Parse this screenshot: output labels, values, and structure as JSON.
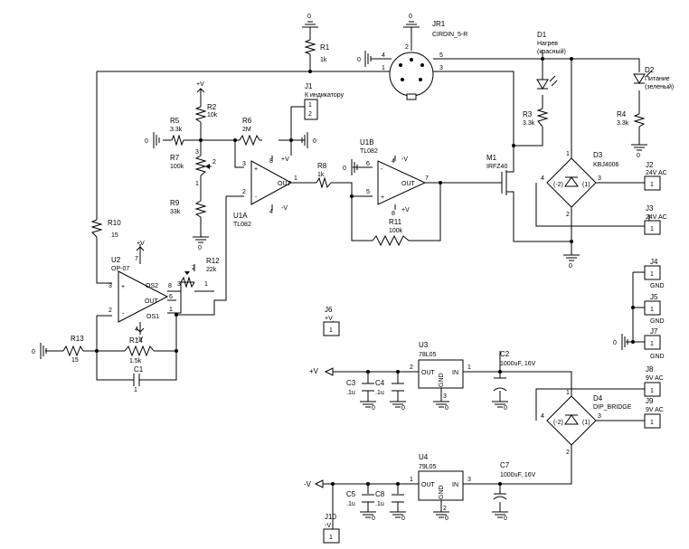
{
  "refs": {
    "jr1": "JR1",
    "r1": "R1",
    "d1": "D1",
    "d2": "D2",
    "r3": "R3",
    "r4": "R4",
    "d3": "D3",
    "j1": "J1",
    "r2": "R2",
    "r5": "R5",
    "r6": "R6",
    "r7": "R7",
    "r9": "R9",
    "r8": "R8",
    "r10": "R10",
    "r11": "R11",
    "u1b": "U1B",
    "u1a": "U1A",
    "m1": "M1",
    "j2": "J2",
    "j3": "J3",
    "u2": "U2",
    "r12": "R12",
    "r13": "R13",
    "r14": "R14",
    "c1": "C1",
    "j4": "J4",
    "j5": "J5",
    "j6": "J6",
    "j7": "J7",
    "j8": "J8",
    "j9": "J9",
    "j10": "J10",
    "u3": "U3",
    "u4": "U4",
    "c2": "C2",
    "c3": "C3",
    "c4": "C4",
    "c5": "C5",
    "c7": "C7",
    "c8": "C8",
    "d4": "D4"
  },
  "values": {
    "jr1": "CIRDIN_5-R",
    "r1": "1k",
    "d1": "Нагрев",
    "d1_note": "(красный)",
    "d2": "Питание",
    "d2_note": "(зеленый)",
    "r3": "3.3k",
    "r4": "3.3k",
    "d3": "KBJ4006",
    "j1": "К индикатору",
    "r2": "10k",
    "r5": "3.3k",
    "r6": "2M",
    "r7": "100k",
    "r9": "33k",
    "r8": "1k",
    "r10": "15",
    "r11": "100k",
    "u1": "TL082",
    "m1": "IRFZ40",
    "j2": "24V AC",
    "j3": "24V AC",
    "u2": "OP-07",
    "r12": "22k",
    "r13": "15",
    "r14": "1.5k",
    "c1": "1",
    "gnd": "GND",
    "j6": "+V",
    "j10": "-V",
    "j8": "9V AC",
    "j9": "9V AC",
    "u3": "78L05",
    "u4": "79L05",
    "c2": "1000uF, 16V",
    "c7": "1000uF, 16V",
    "c3": ".1u",
    "c4": ".1u",
    "c5": ".1u",
    "c8": ".1u",
    "d4": "DIP_BRIDGE"
  },
  "rails": {
    "pos": "+V",
    "neg": "-V",
    "zero": "0"
  },
  "pins": {
    "out": "OUT",
    "inp": "IN",
    "gnd": "GND",
    "os1": "OS1",
    "os2": "OS2",
    "tilde2": "(-2)",
    "tilde1": "(1)",
    "plus": "+",
    "minus": "-",
    "n1": "1",
    "n2": "2",
    "n3": "3",
    "n4": "4",
    "n5": "5",
    "n6": "6",
    "n7": "7",
    "n8": "8"
  }
}
